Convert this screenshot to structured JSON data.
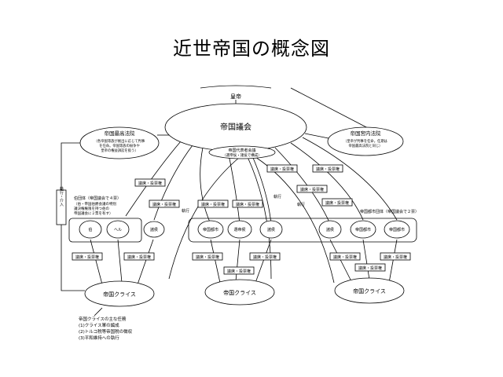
{
  "title": "近世帝国の概念図",
  "nodes": {
    "emperor": "皇帝",
    "reichstag": "帝国議会",
    "reichstag_college": "帝国代表者会議",
    "reichstag_college_note": "（選帝侯・諸侯で構成）",
    "chamber_court": "帝国最高法院",
    "chamber_court_note1": "（各帝国等族が拠出に応じて判事",
    "chamber_court_note2": "を任命。帝国等族の紛争や",
    "chamber_court_note3": "皇帝の権益訴訟を扱う）",
    "aulic_council": "帝国宮内法院",
    "aulic_council_note1": "（皇帝が判事を任命。任期は",
    "aulic_council_note2": "帝国最高法院と同じ）",
    "circle_left": "帝国クライス",
    "circle_mid": "帝国クライス",
    "circle_right": "帝国クライス",
    "estate_1": "伯",
    "estate_2": "ヘル",
    "estate_3": "諸侯",
    "estate_4": "帝国都市",
    "estate_5": "選帝侯",
    "estate_6": "諸侯",
    "estate_7": "諸侯",
    "estate_8": "帝国都市",
    "estate_9": "帝国都市",
    "reichstag_side": "執行・介入",
    "imperial_estates_left1": "伯団体（帝国議会で４票）",
    "imperial_estates_left2": "（伯・帝国伯爵会議の特別",
    "imperial_estates_left3": "議決権権限を持つ伯の",
    "imperial_estates_left4": "帝国議会に２票を有す）",
    "imperial_estates_right": "帝国都市団体（帝国議会で２票）"
  },
  "edge_labels": {
    "vote_1": "議席・投票権",
    "vote_2": "議席・投票権",
    "vote_3": "議席・投票権",
    "vote_4": "議席・投票権",
    "vote_5": "議席・投票権",
    "vote_6": "議席・投票権",
    "vote_7": "議席・投票権",
    "vote_8": "議席・投票権",
    "vote_9": "議席・投票権",
    "vote_10": "議席・投票権",
    "vote_11": "議席・投票権",
    "vote_12": "議席・投票権",
    "vote_13": "議席・投票権",
    "vote_14": "議席・投票権",
    "vote_15": "議席・投票権",
    "vote_16": "議席・投票権",
    "vote_17": "議席・投票権",
    "exec_1": "執行",
    "exec_2": "執行",
    "exec_3": "執行"
  },
  "circle_tasks": {
    "heading": "帝国クライスの主な任務",
    "item_1": "(1)クライス軍の編成",
    "item_2": "(2)トルコ税等帝国税の徴収",
    "item_3": "(3)平和維持への執行"
  }
}
